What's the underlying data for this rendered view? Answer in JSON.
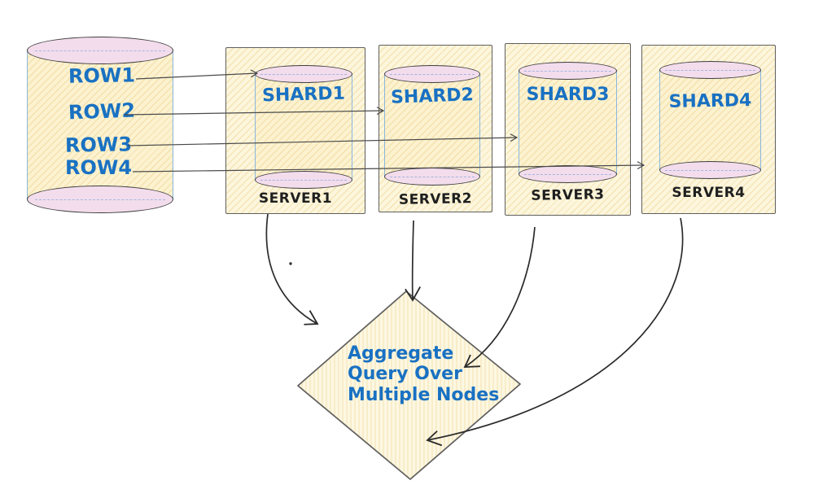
{
  "database": {
    "rows": [
      "ROW1",
      "ROW2",
      "ROW3",
      "ROW4"
    ]
  },
  "servers": [
    {
      "shard": "SHARD1",
      "server": "SERVER1"
    },
    {
      "shard": "SHARD2",
      "server": "SERVER2"
    },
    {
      "shard": "SHARD3",
      "server": "SERVER3"
    },
    {
      "shard": "SHARD4",
      "server": "SERVER4"
    }
  ],
  "aggregate_node": {
    "lines": [
      "Aggregate",
      "Query Over",
      "Multiple Nodes"
    ]
  },
  "colors": {
    "text_blue": "#1971c2",
    "text_dark": "#1f1f1f",
    "fill_cream": "#fdf6dd",
    "fill_cylinder": "#fcf2d0",
    "fill_pink": "#f3ddec",
    "stroke_dark": "#2b2b2b",
    "stroke_gray": "#5f5f5f",
    "stroke_blue": "#8ab6dd",
    "line_gray": "#4a4a4a"
  }
}
